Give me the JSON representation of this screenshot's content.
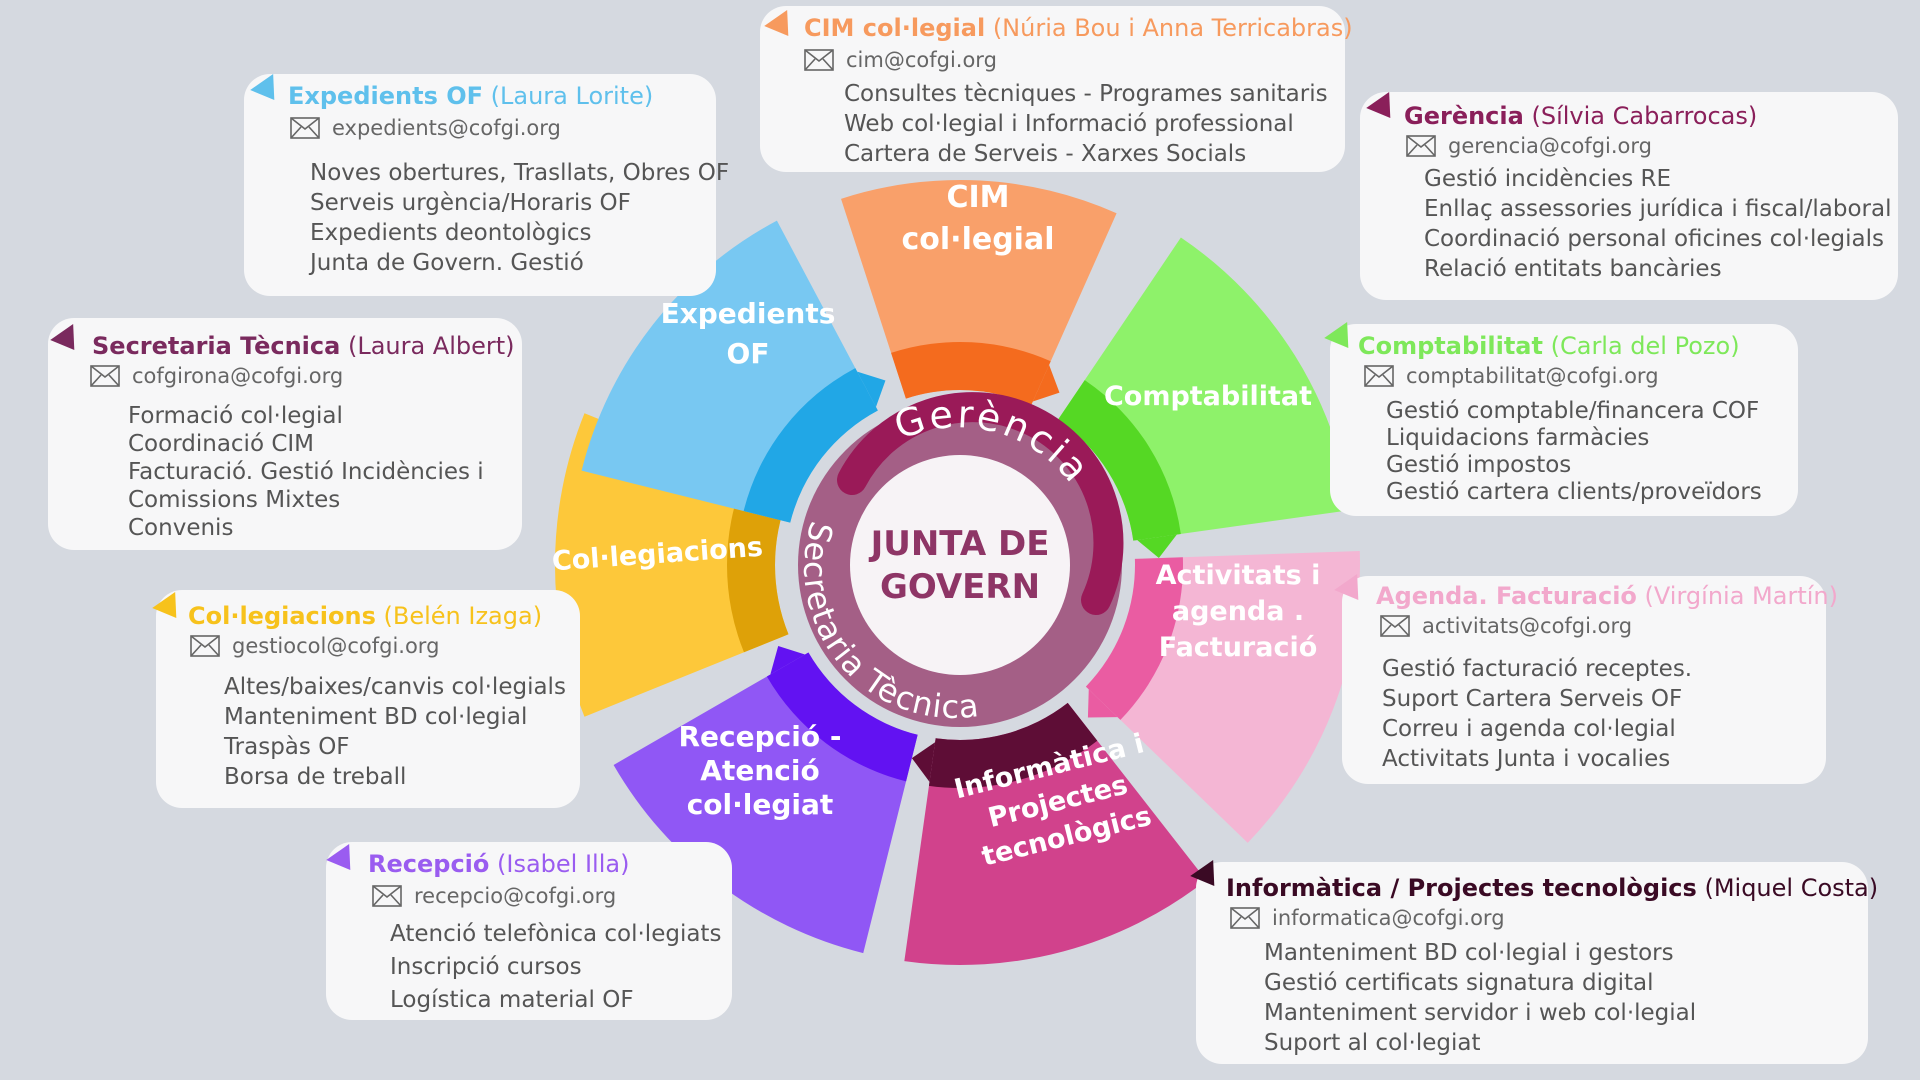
{
  "center": {
    "title_line1": "JUNTA DE",
    "title_line2": "GOVERN",
    "ring_top": "Gerència",
    "ring_bottom": "Secretaria Tècnica"
  },
  "segments": [
    {
      "id": "cim",
      "line1": "CIM",
      "line2": "col·legial",
      "line3": "",
      "color": "#f9a06a",
      "inner": "#f46b1e"
    },
    {
      "id": "comptabilitat",
      "line1": "Comptabilitat",
      "line2": "",
      "line3": "",
      "color": "#8ef26a",
      "inner": "#55d824"
    },
    {
      "id": "activitats",
      "line1": "Activitats i",
      "line2": "agenda .",
      "line3": "Facturació",
      "color": "#f4b6d4",
      "inner": "#ea5ca2"
    },
    {
      "id": "informatica",
      "line1": "Informàtica i",
      "line2": "Projectes",
      "line3": "tecnològics",
      "color": "#d1428c",
      "inner": "#5e0d36"
    },
    {
      "id": "recepcio",
      "line1": "Recepció -",
      "line2": "Atenció",
      "line3": "col·legiat",
      "color": "#9057f5",
      "inner": "#6212f2"
    },
    {
      "id": "colegiacions",
      "line1": "Col·legiacions",
      "line2": "",
      "line3": "",
      "color": "#fdc83a",
      "inner": "#dea108"
    },
    {
      "id": "expedients",
      "line1": "Expedients",
      "line2": "OF",
      "line3": "",
      "color": "#78c8f2",
      "inner": "#21a7e6"
    }
  ],
  "cards": [
    {
      "id": "cim",
      "dept": "CIM col·legial",
      "person": "(Núria Bou i Anna Terricabras)",
      "close": ")",
      "email": "cim@cofgi.org",
      "color": "#f79a5e",
      "items": [
        "Consultes tècniques - Programes sanitaris",
        "Web col·legial i Informació professional",
        "Cartera de Serveis - Xarxes Socials"
      ]
    },
    {
      "id": "expedients",
      "dept": "Expedients OF",
      "person": "(Laura Lorite)",
      "close": "",
      "email": "expedients@cofgi.org",
      "color": "#5fc0ec",
      "items": [
        "Noves obertures, Trasllats, Obres OF",
        "Serveis urgència/Horaris OF",
        "Expedients deontològics",
        "Junta de Govern. Gestió"
      ]
    },
    {
      "id": "gerencia",
      "dept": "Gerència",
      "person": "(Sílvia Cabarrocas)",
      "close": "",
      "email": "gerencia@cofgi.org",
      "color": "#8a1f5a",
      "items": [
        "Gestió incidències  RE",
        "Enllaç assessories jurídica i fiscal/laboral",
        "Coordinació personal oficines col·legials",
        "Relació entitats bancàries"
      ]
    },
    {
      "id": "secretaria",
      "dept": "Secretaria Tècnica",
      "person": "(Laura Albert)",
      "close": "",
      "email": "cofgirona@cofgi.org",
      "color": "#7a2a5e",
      "items": [
        "Formació col·legial",
        "Coordinació CIM",
        "Facturació. Gestió Incidències i",
        "Comissions Mixtes",
        "Convenis"
      ]
    },
    {
      "id": "comptabilitat",
      "dept": "Comptabilitat",
      "person": "(Carla del Pozo)",
      "close": "",
      "email": "comptabilitat@cofgi.org",
      "color": "#7ee85a",
      "items": [
        "Gestió comptable/financera COF",
        "Liquidacions farmàcies",
        "Gestió impostos",
        "Gestió cartera clients/proveïdors"
      ]
    },
    {
      "id": "colegiacions",
      "dept": "Col·legiacions",
      "person": "(Belén Izaga)",
      "close": "",
      "email": "gestiocol@cofgi.org",
      "color": "#f7c21c",
      "items": [
        "Altes/baixes/canvis col·legials",
        "Manteniment BD col·legial",
        "Traspàs OF",
        "Borsa de treball"
      ]
    },
    {
      "id": "activitats",
      "dept": "Agenda. Facturació",
      "person": "(Virgínia Martín)",
      "close": "",
      "email": "activitats@cofgi.org",
      "color": "#f2a8cc",
      "items": [
        "Gestió facturació receptes.",
        "Suport Cartera Serveis OF",
        "Correu i agenda col·legial",
        "Activitats Junta i vocalies"
      ]
    },
    {
      "id": "recepcio",
      "dept": "Recepció",
      "person": "(Isabel Illa)",
      "close": "",
      "email": "recepcio@cofgi.org",
      "color": "#9a5cf0",
      "items": [
        "Atenció telefònica col·legiats",
        "Inscripció cursos",
        "Logística material OF"
      ]
    },
    {
      "id": "informatica",
      "dept": "Informàtica / Projectes tecnològics",
      "person": " (Miquel Costa)",
      "close": "",
      "email": "informatica@cofgi.org",
      "color": "#3a0a24",
      "items": [
        "Manteniment BD col·legial i gestors",
        "Gestió certificats signatura digital",
        "Manteniment servidor i web col·legial",
        "Suport al col·legiat"
      ]
    }
  ]
}
